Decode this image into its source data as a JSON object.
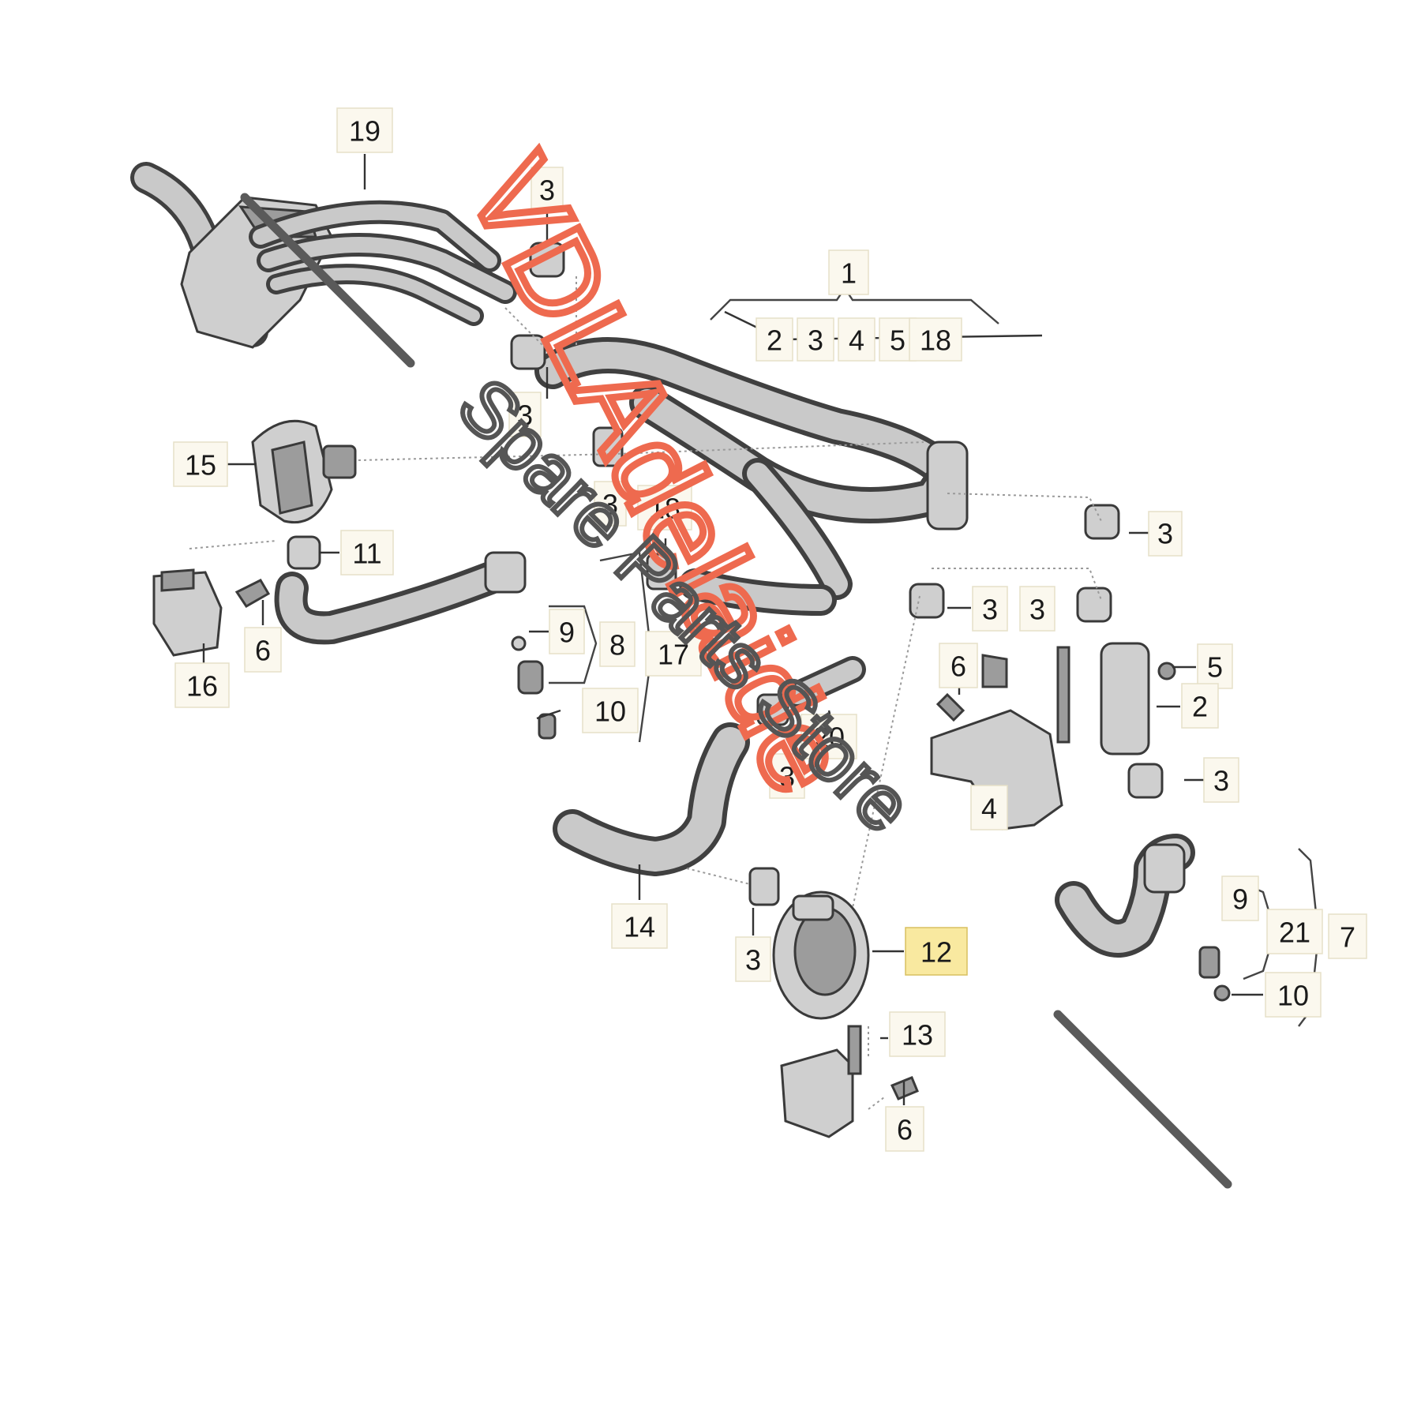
{
  "labels": {
    "l19": "19",
    "l3a": "3",
    "l1": "1",
    "l2a": "2",
    "l3b": "3",
    "l4a": "4",
    "l5a": "5",
    "l18a": "18",
    "l3c": "3",
    "l15": "15",
    "l3d": "3",
    "l18b": "18",
    "l11": "11",
    "l3e": "3",
    "l16": "16",
    "l6a": "6",
    "l9a": "9",
    "l8": "8",
    "l17": "17",
    "l10a": "10",
    "l3f": "3",
    "l3g": "3",
    "l6b": "6",
    "l5b": "5",
    "l2b": "2",
    "l20": "20",
    "l3h": "3",
    "l4b": "4",
    "l3i": "3",
    "l14": "14",
    "l3j": "3",
    "l12": "12",
    "l9b": "9",
    "l21": "21",
    "l7": "7",
    "l10b": "10",
    "l13": "13",
    "l6c": "6"
  },
  "watermark": {
    "brand": "VDLAdelaide",
    "tagline": "Spare Parts Store"
  },
  "highlight_color": "#f9e9a0",
  "watermark_color": "#ee6a4f"
}
